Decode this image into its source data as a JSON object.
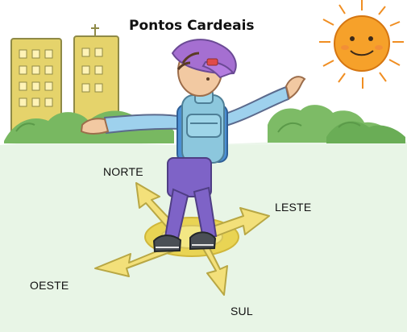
{
  "title": "Pontos Cardeais",
  "directions": {
    "north": "NORTE",
    "east": "LESTE",
    "west": "OESTE",
    "south": "SUL"
  },
  "colors": {
    "sky": "#ffffff",
    "ground": "#e7f3e4",
    "bushes": "#7fbf68",
    "buildings": "#e5d36b",
    "sun": "#f6a12a",
    "arrows": "#f2e27a",
    "cap": "#a56fd1",
    "shirt": "#4b8fd4",
    "pants": "#7e63c7",
    "backpack": "#8cc7dd"
  },
  "icons": {
    "sun": "sun-icon",
    "compass": "compass-arrows-icon",
    "child": "child-figure-icon",
    "buildings": "buildings-icon",
    "bushes": "bushes-icon"
  }
}
